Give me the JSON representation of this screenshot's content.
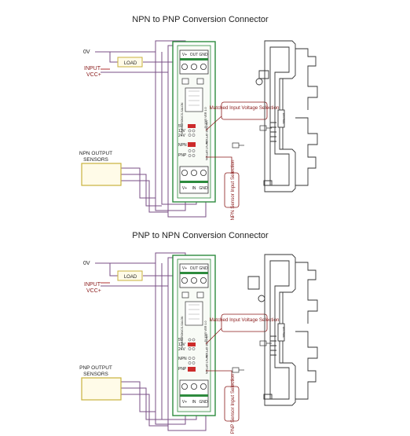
{
  "colors": {
    "wire": "#7a4f86",
    "red_wire": "#b03030",
    "green_board": "#2e8b3e",
    "board_fill": "#f8fbf6",
    "label_red": "#8a1a1a",
    "sensor_box": "#c8b23c",
    "sensor_fill": "#fffbe8",
    "jumper_red": "#cc2b2b",
    "rail_green": "#3fa05a"
  },
  "diagrams": [
    {
      "title": "NPN to PNP Conversion Connector",
      "zero_v": "0V",
      "input_label": "INPUT",
      "vcc_label": "VCC+",
      "load": "LOAD",
      "top_terminals": [
        "V+",
        "OUT",
        "GND"
      ],
      "bottom_terminals": [
        "V+",
        "IN",
        "GND"
      ],
      "voltage_rows": [
        "5V",
        "12V",
        "24V"
      ],
      "voltage_option": "VOLTAGE OPTION",
      "sensor_rows": [
        "NPN",
        "PNP"
      ],
      "input_option": "INPUT OPTION",
      "board_brand": "ELECTRONICS-SALON",
      "board_model": "SI-1265  VER 1.0",
      "callout_voltage": "Matched Input Voltage Selection",
      "callout_sensor": "NPN Sensor Input Selection",
      "sensor_label_1": "NPN OUTPUT",
      "sensor_label_2": "SENSORS",
      "side_label": "DIN RAIL"
    },
    {
      "title": "PNP to NPN Conversion Connector",
      "zero_v": "0V",
      "input_label": "INPUT",
      "vcc_label": "VCC+",
      "load": "LOAD",
      "top_terminals": [
        "V+",
        "OUT",
        "GND"
      ],
      "bottom_terminals": [
        "V+",
        "IN",
        "GND"
      ],
      "voltage_rows": [
        "5V",
        "12V",
        "24V"
      ],
      "voltage_option": "VOLTAGE OPTION",
      "sensor_rows": [
        "NPN",
        "PNP"
      ],
      "input_option": "INPUT OPTION",
      "board_brand": "ELECTRONICS-SALON",
      "board_model": "SI-1265  VER 1.0",
      "callout_voltage": "Matched Input Voltage Selection",
      "callout_sensor": "PNP Sensor Input Selection",
      "sensor_label_1": "PNP OUTPUT",
      "sensor_label_2": "SENSORS",
      "side_label": "DIN RAIL"
    }
  ]
}
